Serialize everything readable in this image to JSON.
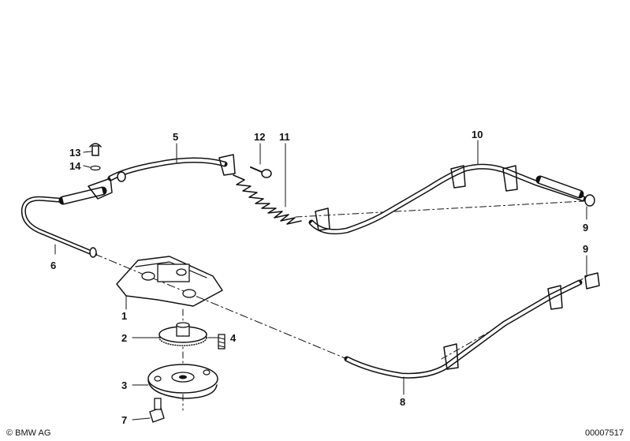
{
  "diagram": {
    "labels": [
      "1",
      "2",
      "3",
      "4",
      "5",
      "6",
      "7",
      "8",
      "9",
      "9",
      "10",
      "11",
      "12",
      "13",
      "14"
    ]
  },
  "footer": {
    "copyright": "© BMW AG",
    "reference": "00007517"
  }
}
